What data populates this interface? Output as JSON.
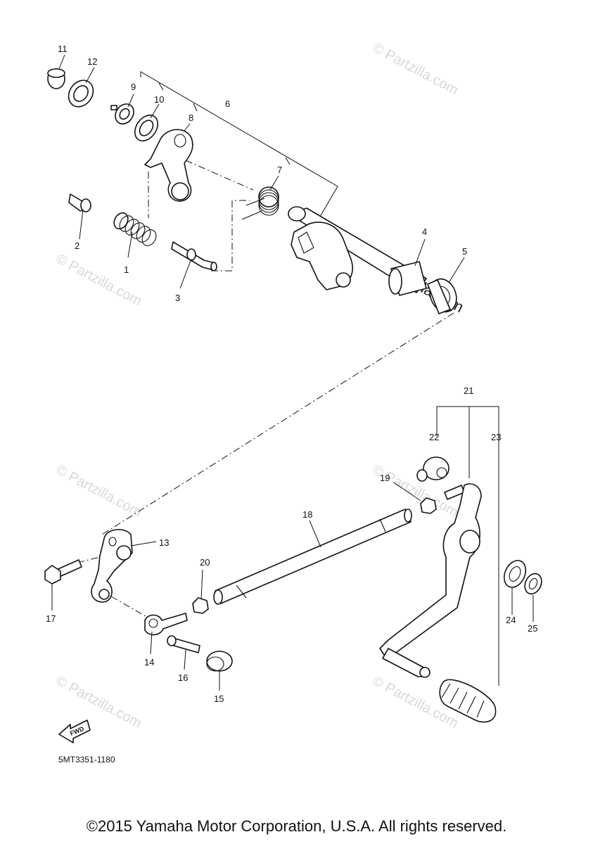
{
  "callouts": [
    "1",
    "2",
    "3",
    "4",
    "5",
    "6",
    "7",
    "8",
    "9",
    "10",
    "11",
    "12",
    "13",
    "14",
    "15",
    "16",
    "17",
    "18",
    "19",
    "20",
    "21",
    "22",
    "23",
    "24",
    "25"
  ],
  "watermark": "© Partzilla.com",
  "watermark_center": "ePartzilla.com",
  "fwd_label": "FWD",
  "part_number": "5MT3351-1180",
  "copyright": "©2015 Yamaha Motor Corporation, U.S.A. All rights reserved."
}
